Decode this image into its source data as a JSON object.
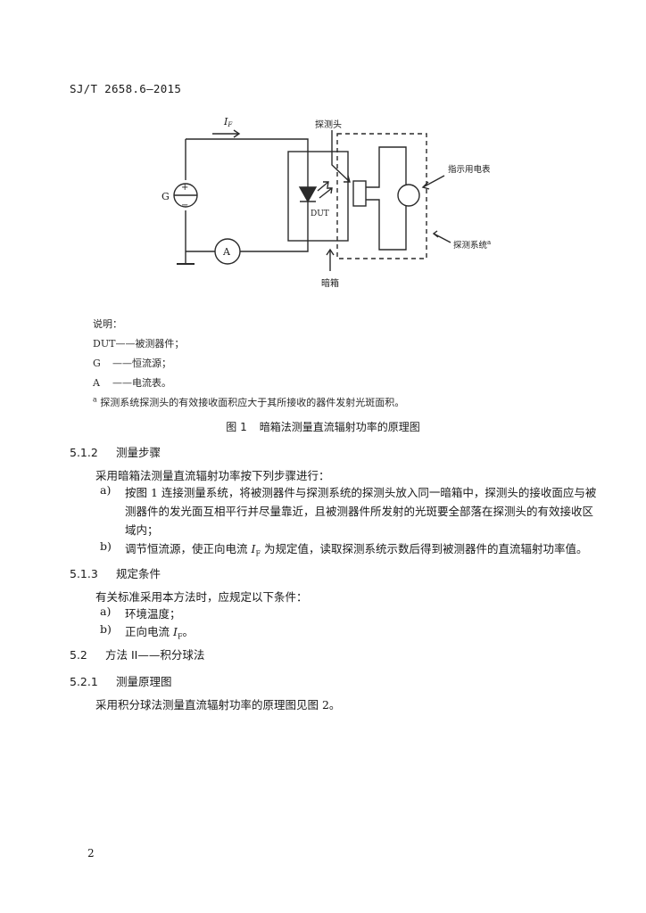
{
  "header": {
    "standard_no": "SJ/T 2658.6—2015"
  },
  "figure": {
    "labels": {
      "current": "I",
      "current_sub": "F",
      "g": "G",
      "plus": "+",
      "minus": "−",
      "ammeter": "A",
      "dut": "DUT",
      "probe": "探测头",
      "meter": "指示用电表",
      "system": "探测系统",
      "system_mark": "a",
      "darkbox": "暗箱"
    },
    "legend": {
      "title": "说明：",
      "items": [
        {
          "key": "DUT",
          "sep": "——",
          "desc": "被测器件；"
        },
        {
          "key": "G",
          "sep": "——",
          "desc": "恒流源；"
        },
        {
          "key": "A",
          "sep": "——",
          "desc": "电流表。"
        }
      ],
      "footnote_mark": "a",
      "footnote": "探测系统探测头的有效接收面积应大于其所接收的器件发射光斑面积。"
    },
    "caption_num": "图 1",
    "caption": "暗箱法测量直流辐射功率的原理图"
  },
  "s512": {
    "num": "5.1.2",
    "title": "测量步骤",
    "intro": "采用暗箱法测量直流辐射功率按下列步骤进行：",
    "a_mark": "a)",
    "a_text": "按图 1 连接测量系统，将被测器件与探测系统的探测头放入同一暗箱中，探测头的接收面应与被测器件的发光面互相平行并尽量靠近，且被测器件所发射的光斑要全部落在探测头的有效接收区域内；",
    "b_mark": "b)",
    "b_pre": "调节恒流源，使正向电流 ",
    "b_var": "I",
    "b_sub": "F",
    "b_post": " 为规定值，读取探测系统示数后得到被测器件的直流辐射功率值。"
  },
  "s513": {
    "num": "5.1.3",
    "title": "规定条件",
    "intro": "有关标准采用本方法时，应规定以下条件：",
    "a_mark": "a)",
    "a_text": "环境温度；",
    "b_mark": "b)",
    "b_pre": "正向电流 ",
    "b_var": "I",
    "b_sub": "F",
    "b_post": "。"
  },
  "s52": {
    "num": "5.2",
    "title": "方法 II——积分球法"
  },
  "s521": {
    "num": "5.2.1",
    "title": "测量原理图",
    "text": "采用积分球法测量直流辐射功率的原理图见图 2。"
  },
  "page_number": "2"
}
